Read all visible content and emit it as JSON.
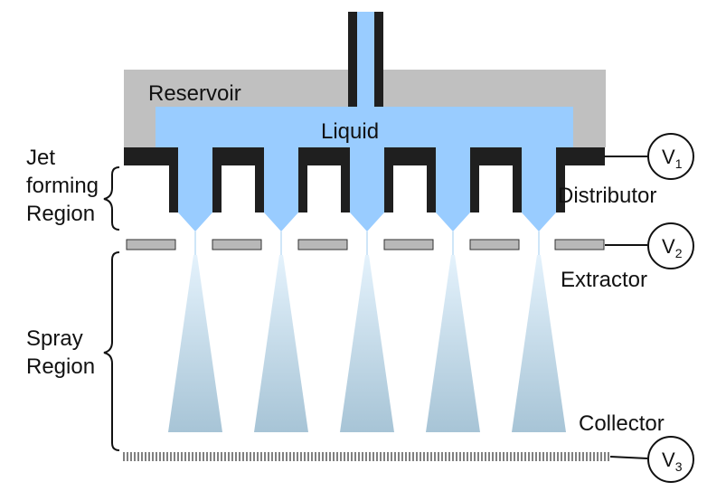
{
  "labels": {
    "reservoir": "Reservoir",
    "liquid": "Liquid",
    "jet_region": [
      "Jet",
      "forming",
      "Region"
    ],
    "spray_region": [
      "Spray",
      "Region"
    ],
    "distributor": "Distributor",
    "extractor": "Extractor",
    "collector": "Collector"
  },
  "voltages": [
    {
      "letter": "V",
      "sub": "1"
    },
    {
      "letter": "V",
      "sub": "2"
    },
    {
      "letter": "V",
      "sub": "3"
    }
  ],
  "nozzle_count": 5,
  "colors": {
    "reservoir": "#c0c0c0",
    "liquid": "#99ccff",
    "distributor": "#1f1f1f",
    "extractor": "#b8b8b8",
    "spray_top": "#d8ecfb",
    "spray_bottom": "#a9c6d8",
    "collector": "#888888"
  }
}
